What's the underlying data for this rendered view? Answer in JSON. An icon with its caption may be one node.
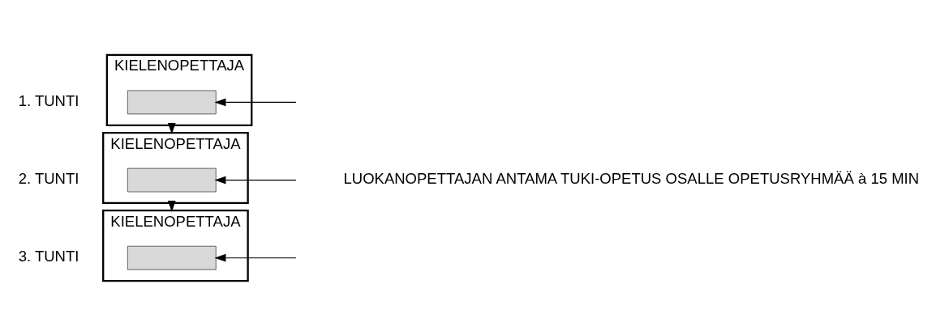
{
  "diagram": {
    "nodes": [
      {
        "text": [
          "KIELENOPETTAJA"
        ],
        "beside": [
          "1. TUNTI"
        ]
      },
      {
        "text": [],
        "shape": "box",
        "in": 0
      },
      {
        "text": [
          "KIELENOPETTAJA"
        ],
        "beside": [
          "2. TUNTI"
        ]
      },
      {
        "text": [],
        "shape": "box",
        "in": 2
      },
      {
        "text": [
          "KIELENOPETTAJA"
        ],
        "beside": [
          "3. TUNTI"
        ]
      },
      {
        "text": [],
        "shape": "box",
        "in": 4
      }
    ],
    "edges": [
      {
        "from": 0,
        "to": 2,
        "arrow": "to"
      },
      {
        "from": 2,
        "to": 4,
        "arrow": "to"
      },
      {
        "from": null,
        "to": 1,
        "arrow": "to"
      },
      {
        "from": null,
        "to": 3,
        "arrow": "to"
      },
      {
        "from": null,
        "to": 5,
        "arrow": "to"
      }
    ],
    "labels": [
      "LUOKANOPETTAJAN ANTAMA TUKI-OPETUS OSALLE OPETUSRYHMÄÄ à 15 MIN"
    ]
  }
}
